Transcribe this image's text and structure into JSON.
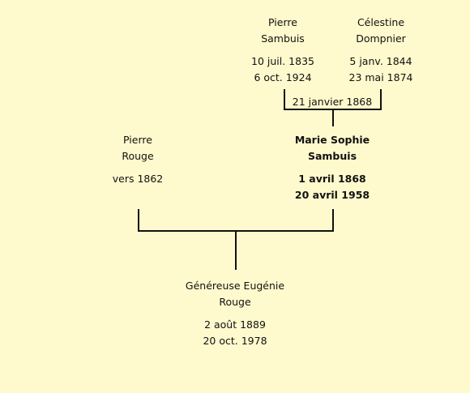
{
  "tree": {
    "paternal_grandfather": {
      "first_name": "Pierre",
      "last_name": "Sambuis",
      "birth": "10 juil. 1835",
      "death": "6 oct. 1924"
    },
    "paternal_grandmother": {
      "first_name": "Célestine",
      "last_name": "Dompnier",
      "birth": "5 janv. 1844",
      "death": "23 mai 1874"
    },
    "grandparents_marriage": "21 janvier 1868",
    "father": {
      "first_name": "Pierre",
      "last_name": "Rouge",
      "birth": "vers 1862"
    },
    "mother": {
      "first_name": "Marie Sophie",
      "last_name": "Sambuis",
      "birth": "1 avril 1868",
      "death": "20 avril 1958"
    },
    "child": {
      "first_name": "Généreuse Eugénie",
      "last_name": "Rouge",
      "birth": "2 août 1889",
      "death": "20 oct. 1978"
    }
  }
}
